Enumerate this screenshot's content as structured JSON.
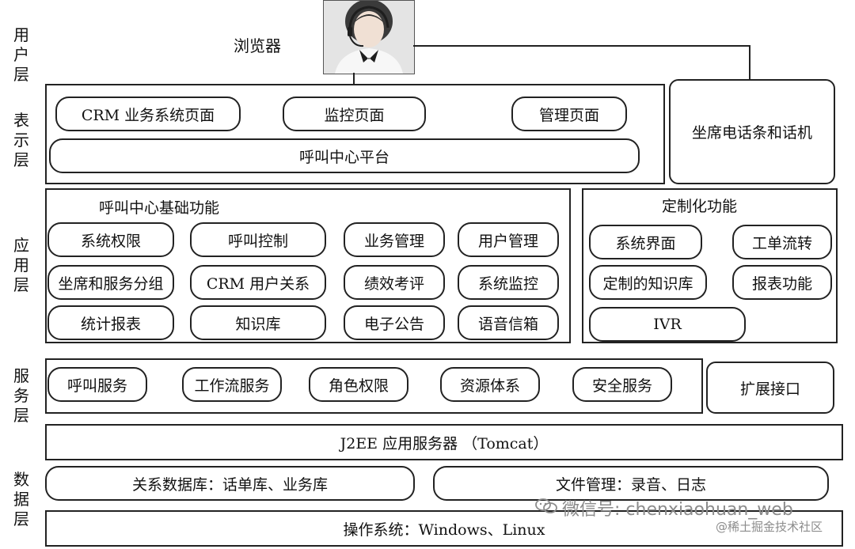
{
  "layers": [
    [
      "用",
      "户",
      "层"
    ],
    [
      "表",
      "示",
      "层"
    ],
    [
      "应",
      "用",
      "层"
    ],
    [
      "服",
      "务",
      "层"
    ],
    [
      "数",
      "据",
      "层"
    ]
  ],
  "user": {
    "browser_label": "浏览器"
  },
  "presentation": {
    "crm_pages": "CRM 业务系统页面",
    "monitor_pages": "监控页面",
    "admin_pages": "管理页面",
    "platform": "呼叫中心平台",
    "agent_phone": "坐席电话条和话机"
  },
  "application": {
    "basic_title": "呼叫中心基础功能",
    "basic_items": [
      "系统权限",
      "呼叫控制",
      "业务管理",
      "用户管理",
      "坐席和服务分组",
      "CRM 用户关系",
      "绩效考评",
      "系统监控",
      "统计报表",
      "知识库",
      "电子公告",
      "语音信箱"
    ],
    "custom_title": "定制化功能",
    "custom_items": [
      "系统界面",
      "工单流转",
      "定制的知识库",
      "报表功能",
      "IVR"
    ]
  },
  "service": {
    "items": [
      "呼叫服务",
      "工作流服务",
      "角色权限",
      "资源体系",
      "安全服务"
    ],
    "extension": "扩展接口",
    "app_server": "J2EE 应用服务器 （Tomcat）"
  },
  "data": {
    "relational_db": "关系数据库：话单库、业务库",
    "file_mgmt": "文件管理：录音、日志",
    "os": "操作系统：Windows、Linux"
  },
  "watermark": {
    "wechat": "微信号: chenxiaohuan_web",
    "community": "@稀土掘金技术社区"
  }
}
